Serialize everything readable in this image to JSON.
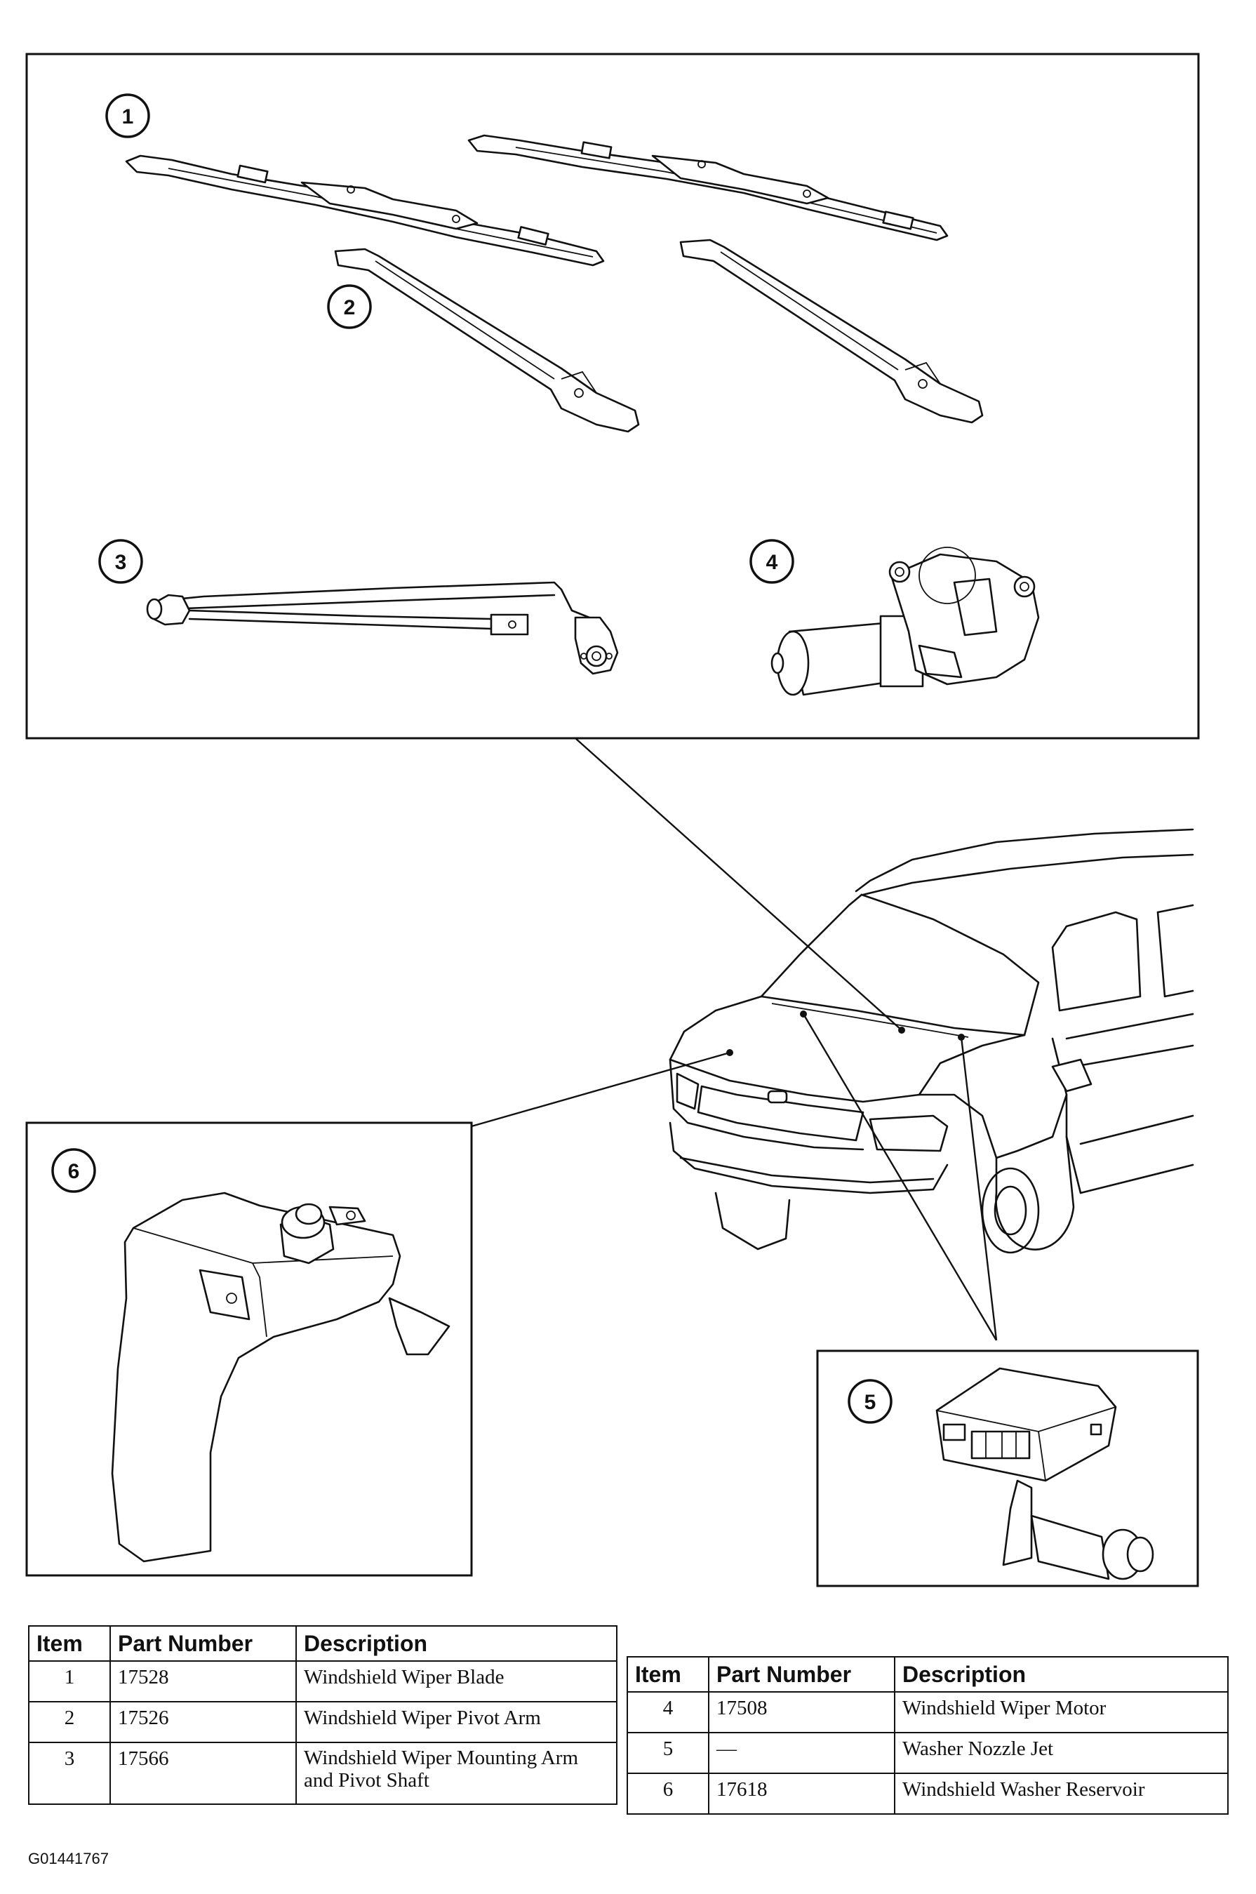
{
  "callouts": {
    "c1": "1",
    "c2": "2",
    "c3": "3",
    "c4": "4",
    "c5": "5",
    "c6": "6"
  },
  "table_left": {
    "headers": [
      "Item",
      "Part Number",
      "Description"
    ],
    "rows": [
      {
        "item": "1",
        "part": "17528",
        "desc": "Windshield Wiper Blade"
      },
      {
        "item": "2",
        "part": "17526",
        "desc": "Windshield Wiper Pivot Arm"
      },
      {
        "item": "3",
        "part": "17566",
        "desc": "Windshield Wiper Mounting Arm and Pivot Shaft"
      }
    ]
  },
  "table_right": {
    "headers": [
      "Item",
      "Part Number",
      "Description"
    ],
    "rows": [
      {
        "item": "4",
        "part": "17508",
        "desc": "Windshield Wiper Motor"
      },
      {
        "item": "5",
        "part": "—",
        "desc": "Washer Nozzle Jet"
      },
      {
        "item": "6",
        "part": "17618",
        "desc": "Windshield Washer Reservoir"
      }
    ]
  },
  "figure_code": "G01441767"
}
